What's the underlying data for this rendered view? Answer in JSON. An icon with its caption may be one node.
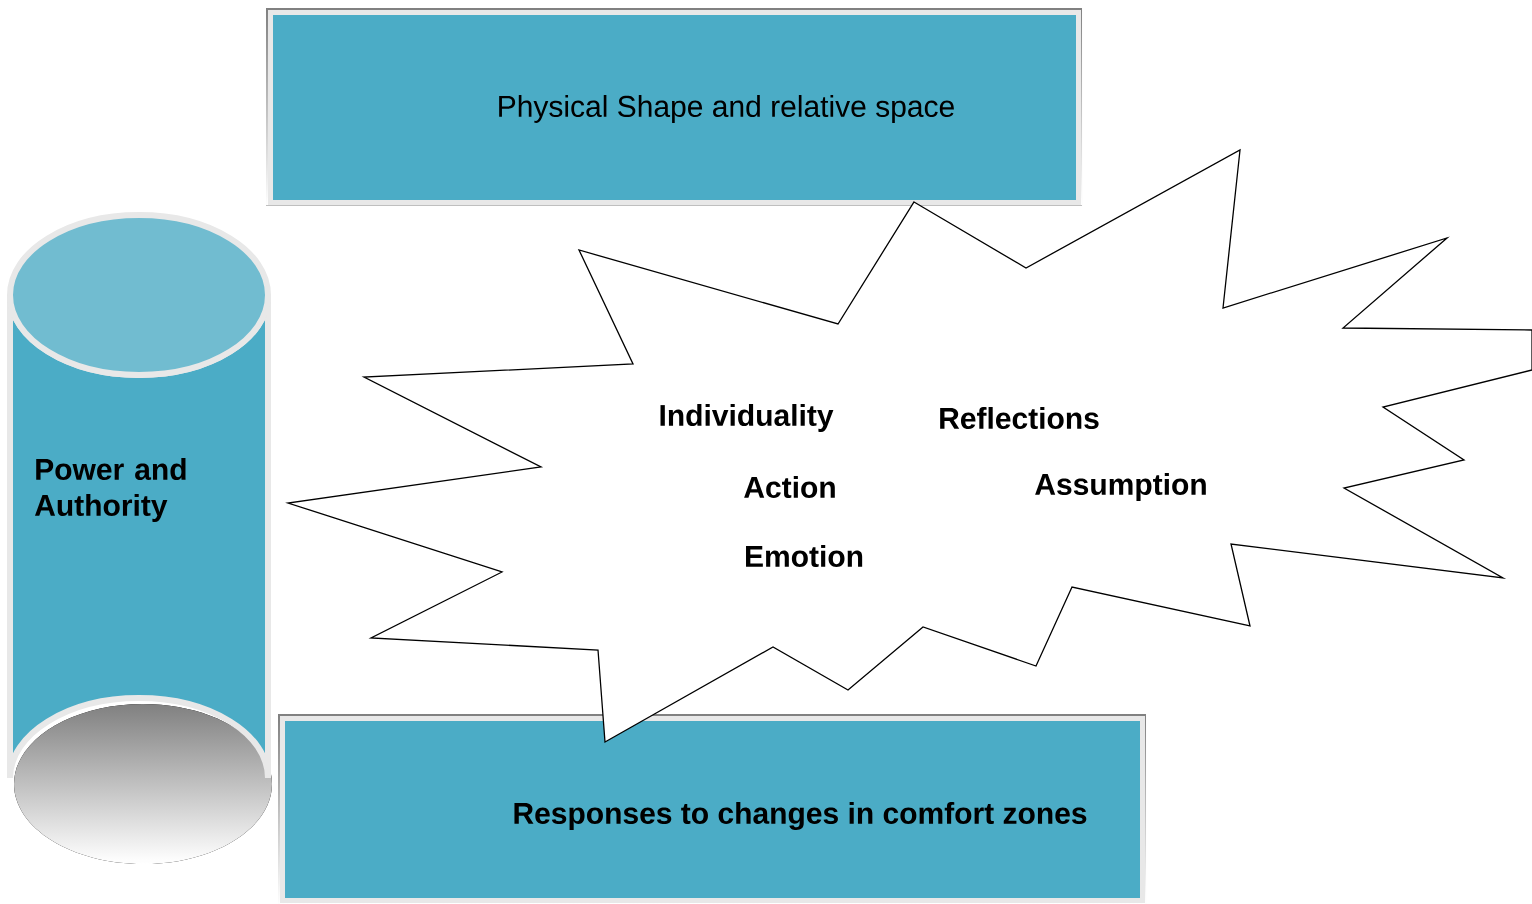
{
  "diagram": {
    "nodes": [
      {
        "text": [
          "Physical Shape and relative space"
        ]
      },
      {
        "text": [
          "Power and Authority"
        ]
      },
      {
        "text": [
          "Individuality",
          "Reflections",
          "Action",
          "Assumption",
          "Emotion"
        ]
      },
      {
        "text": [
          "Responses to changes in comfort zones"
        ]
      }
    ]
  }
}
